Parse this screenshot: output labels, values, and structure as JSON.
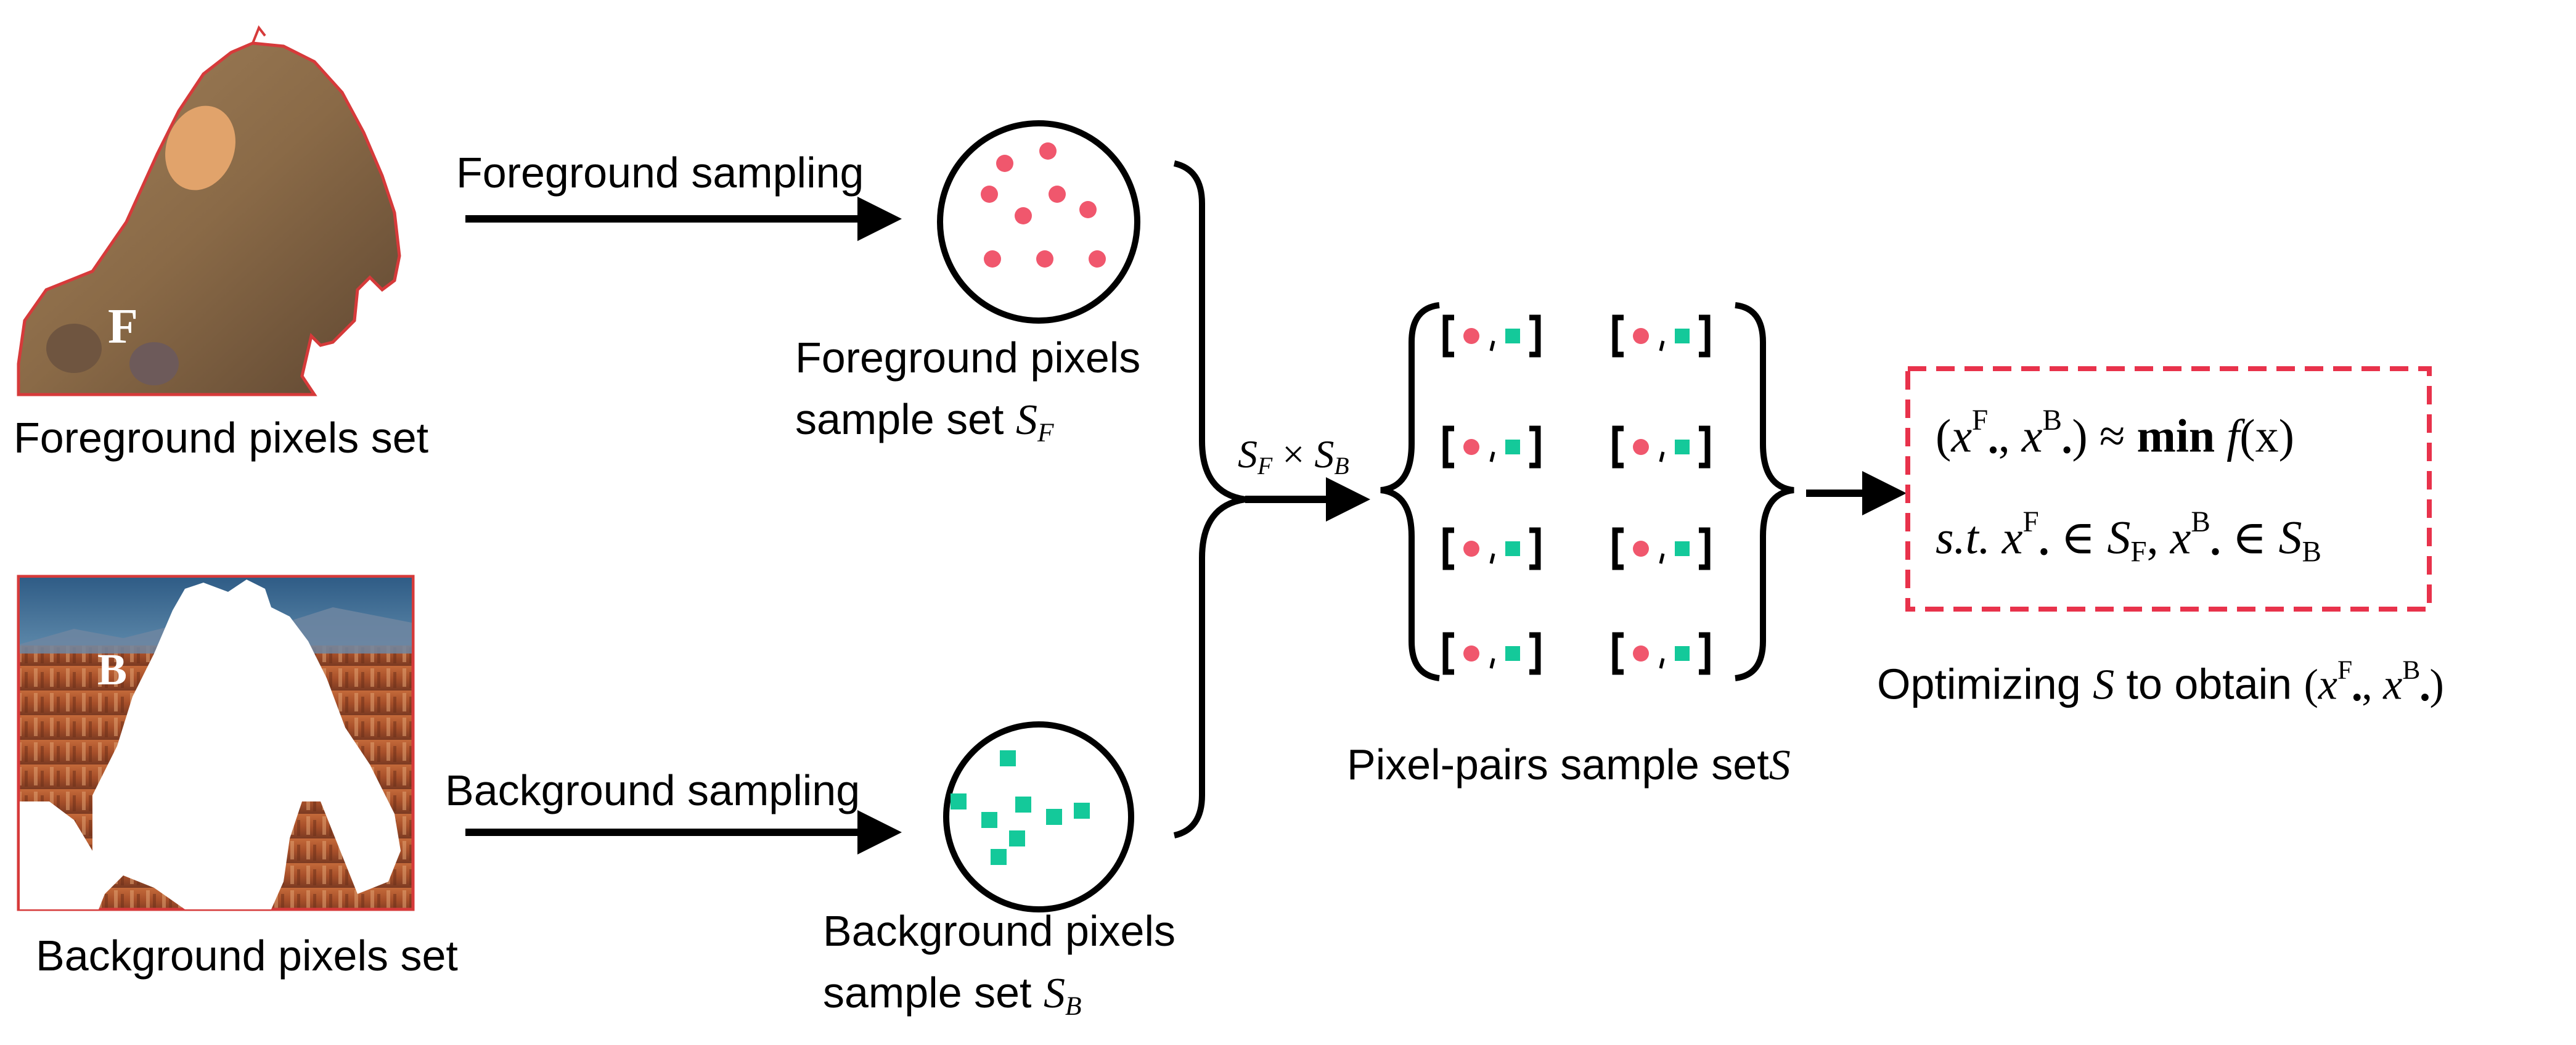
{
  "foreground_panel": {
    "letter": "F",
    "caption": "Foreground pixels set"
  },
  "background_panel": {
    "letter": "B",
    "caption": "Background pixels set"
  },
  "arrows": {
    "foreground_label": "Foreground sampling",
    "background_label": "Background sampling",
    "product_label": {
      "a": "S",
      "a_sub": "F",
      "op": " × ",
      "b": "S",
      "b_sub": "B"
    }
  },
  "foreground_sample": {
    "line1": "Foreground pixels",
    "line2": "sample set ",
    "symbol": "S",
    "symbol_sub": "F",
    "point_count": 9
  },
  "background_sample": {
    "line1": "Background pixels",
    "line2": "sample set ",
    "symbol": "S",
    "symbol_sub": "B",
    "point_count": 8
  },
  "pairs_set": {
    "rows": 4,
    "cols": 2,
    "caption_text": "Pixel-pairs sample set",
    "caption_symbol": "S"
  },
  "objective": {
    "line1": {
      "x": "x",
      "dot": "•",
      "F": "F",
      "comma": ", ",
      "B": "B",
      "rel": " ≈ ",
      "min": "min",
      "f": " f",
      "arg": "(x)"
    },
    "line2": {
      "st": "s.t.",
      "x": "x",
      "F": "F",
      "in": " ∈ ",
      "S": "S",
      "B": "B"
    },
    "caption_pre": "Optimizing ",
    "caption_symbol": "S",
    "caption_post": " to obtain "
  },
  "colors": {
    "foreground_point": "#f0576d",
    "background_point": "#14c99a",
    "dashed_box": "#e8324b",
    "stroke": "#000000"
  }
}
